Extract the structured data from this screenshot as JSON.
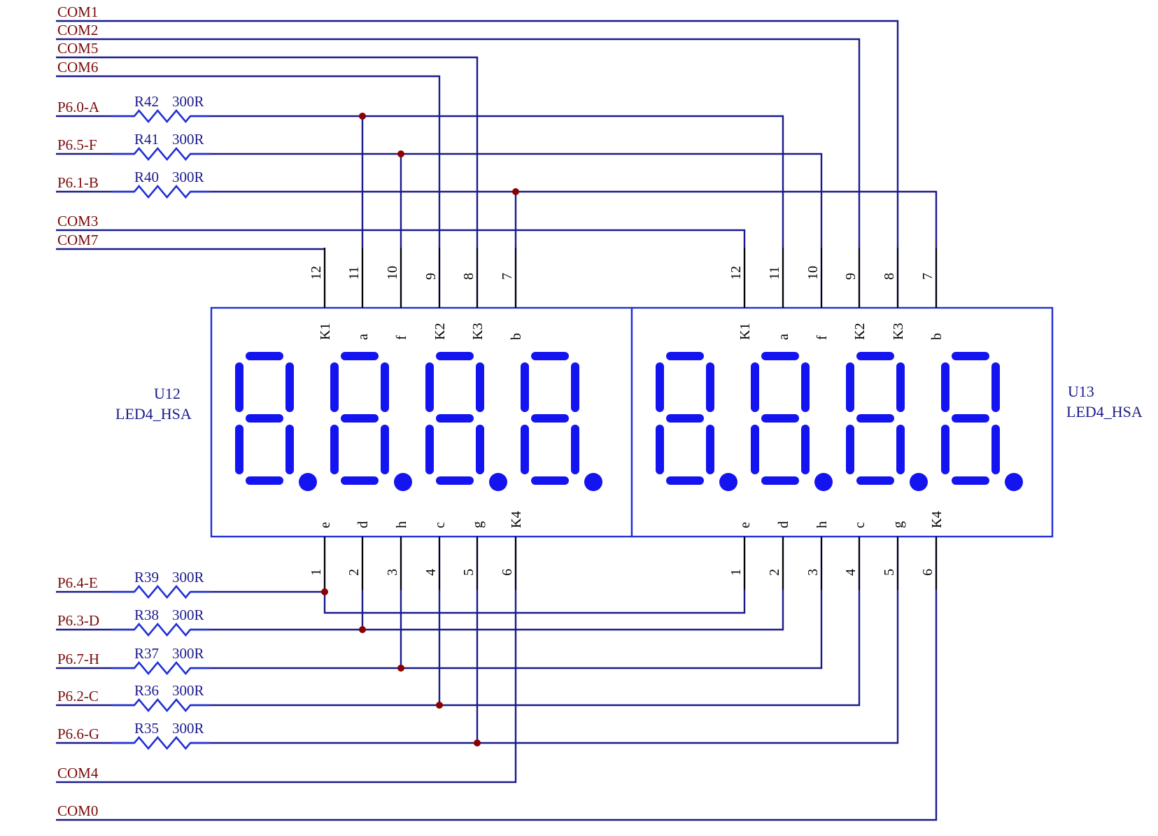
{
  "colors": {
    "wire": "#1a1a8c",
    "net_label": "#7a0a0a",
    "segment": "#1414f0",
    "body_outline": "#1f2fd6",
    "junction": "#8b0000",
    "pin": "#000000"
  },
  "top_nets": [
    {
      "label": "COM1"
    },
    {
      "label": "COM2"
    },
    {
      "label": "COM5"
    },
    {
      "label": "COM6"
    },
    {
      "label": "P6.0-A",
      "resistor": "R42",
      "value": "300R"
    },
    {
      "label": "P6.5-F",
      "resistor": "R41",
      "value": "300R"
    },
    {
      "label": "P6.1-B",
      "resistor": "R40",
      "value": "300R"
    },
    {
      "label": "COM3"
    },
    {
      "label": "COM7"
    }
  ],
  "bottom_nets": [
    {
      "label": "P6.4-E",
      "resistor": "R39",
      "value": "300R"
    },
    {
      "label": "P6.3-D",
      "resistor": "R38",
      "value": "300R"
    },
    {
      "label": "P6.7-H",
      "resistor": "R37",
      "value": "300R"
    },
    {
      "label": "P6.2-C",
      "resistor": "R36",
      "value": "300R"
    },
    {
      "label": "P6.6-G",
      "resistor": "R35",
      "value": "300R"
    },
    {
      "label": "COM4"
    },
    {
      "label": "COM0"
    }
  ],
  "components": [
    {
      "designator": "U12",
      "part": "LED4_HSA",
      "top_pin_numbers": [
        "12",
        "11",
        "10",
        "9",
        "8",
        "7"
      ],
      "top_pin_names": [
        "K1",
        "a",
        "f",
        "K2",
        "K3",
        "b"
      ],
      "bottom_pin_numbers": [
        "1",
        "2",
        "3",
        "4",
        "5",
        "6"
      ],
      "bottom_pin_names": [
        "e",
        "d",
        "h",
        "c",
        "g",
        "K4"
      ],
      "digits": 4
    },
    {
      "designator": "U13",
      "part": "LED4_HSA",
      "top_pin_numbers": [
        "12",
        "11",
        "10",
        "9",
        "8",
        "7"
      ],
      "top_pin_names": [
        "K1",
        "a",
        "f",
        "K2",
        "K3",
        "b"
      ],
      "bottom_pin_numbers": [
        "1",
        "2",
        "3",
        "4",
        "5",
        "6"
      ],
      "bottom_pin_names": [
        "e",
        "d",
        "h",
        "c",
        "g",
        "K4"
      ],
      "digits": 4
    }
  ]
}
